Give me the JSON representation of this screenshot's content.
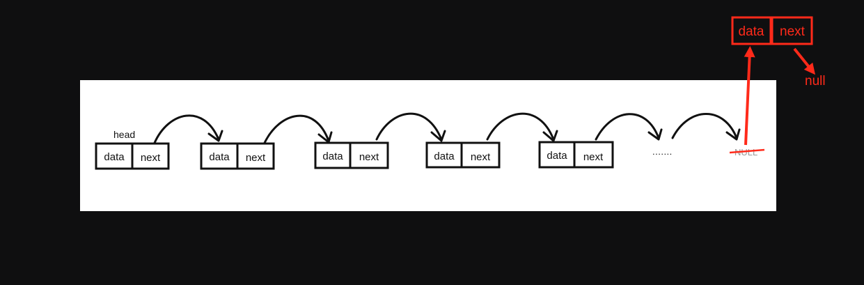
{
  "diagram": {
    "head_label": "head",
    "nodes": [
      {
        "data_label": "data",
        "next_label": "next"
      },
      {
        "data_label": "data",
        "next_label": "next"
      },
      {
        "data_label": "data",
        "next_label": "next"
      },
      {
        "data_label": "data",
        "next_label": "next"
      },
      {
        "data_label": "data",
        "next_label": "next"
      }
    ],
    "ellipsis": ".......",
    "null_struck": "NULL"
  },
  "annotation": {
    "data_label": "data",
    "next_label": "next",
    "null_label": "null",
    "color": "#ff2a1a"
  }
}
